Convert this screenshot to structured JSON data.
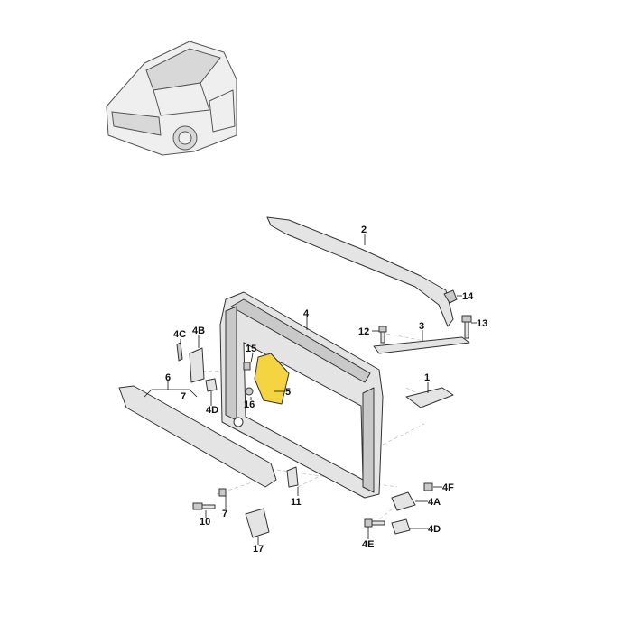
{
  "labels": {
    "l2": "2",
    "l14": "14",
    "l4": "4",
    "l12": "12",
    "l3": "3",
    "l13": "13",
    "l4c": "4C",
    "l4b": "4B",
    "l15": "15",
    "l5": "5",
    "l16": "16",
    "l6": "6",
    "l7a": "7",
    "l4d_left": "4D",
    "l1": "1",
    "l4f": "4F",
    "l4a": "4A",
    "l11": "11",
    "l10": "10",
    "l7b": "7",
    "l17": "17",
    "l4e": "4E",
    "l4d_right": "4D"
  },
  "colors": {
    "highlight": "#f5d442",
    "outline": "#333333",
    "fill": "#e4e4e4"
  }
}
